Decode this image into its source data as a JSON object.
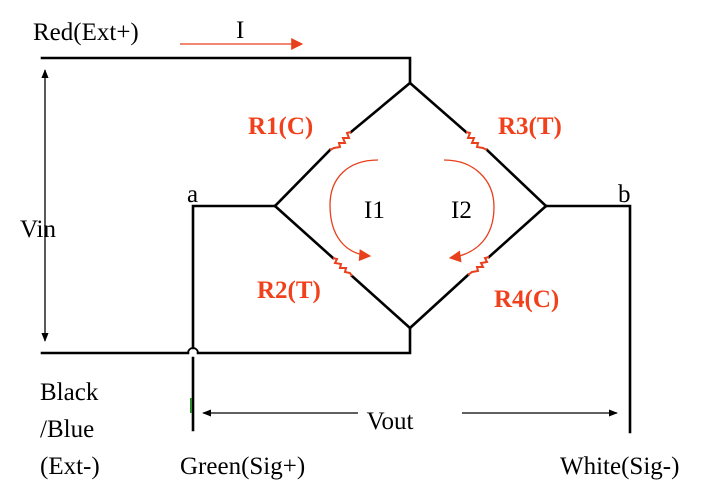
{
  "colors": {
    "wire": "#000000",
    "accent": "#e8401c",
    "background": "#ffffff"
  },
  "labels": {
    "supply_positive": "Red(Ext+)",
    "current": "I",
    "input_voltage": "Vin",
    "supply_negative_line1": "Black",
    "supply_negative_line2": "/Blue",
    "supply_negative_line3": "(Ext-)",
    "node_a": "a",
    "node_b": "b",
    "loop_current_left": "I1",
    "loop_current_right": "I2",
    "output_voltage": "Vout",
    "signal_positive": "Green(Sig+)",
    "signal_negative": "White(Sig-)"
  },
  "resistors": [
    {
      "label": "R1(C)"
    },
    {
      "label": "R2(T)"
    },
    {
      "label": "R3(T)"
    },
    {
      "label": "R4(C)"
    }
  ]
}
